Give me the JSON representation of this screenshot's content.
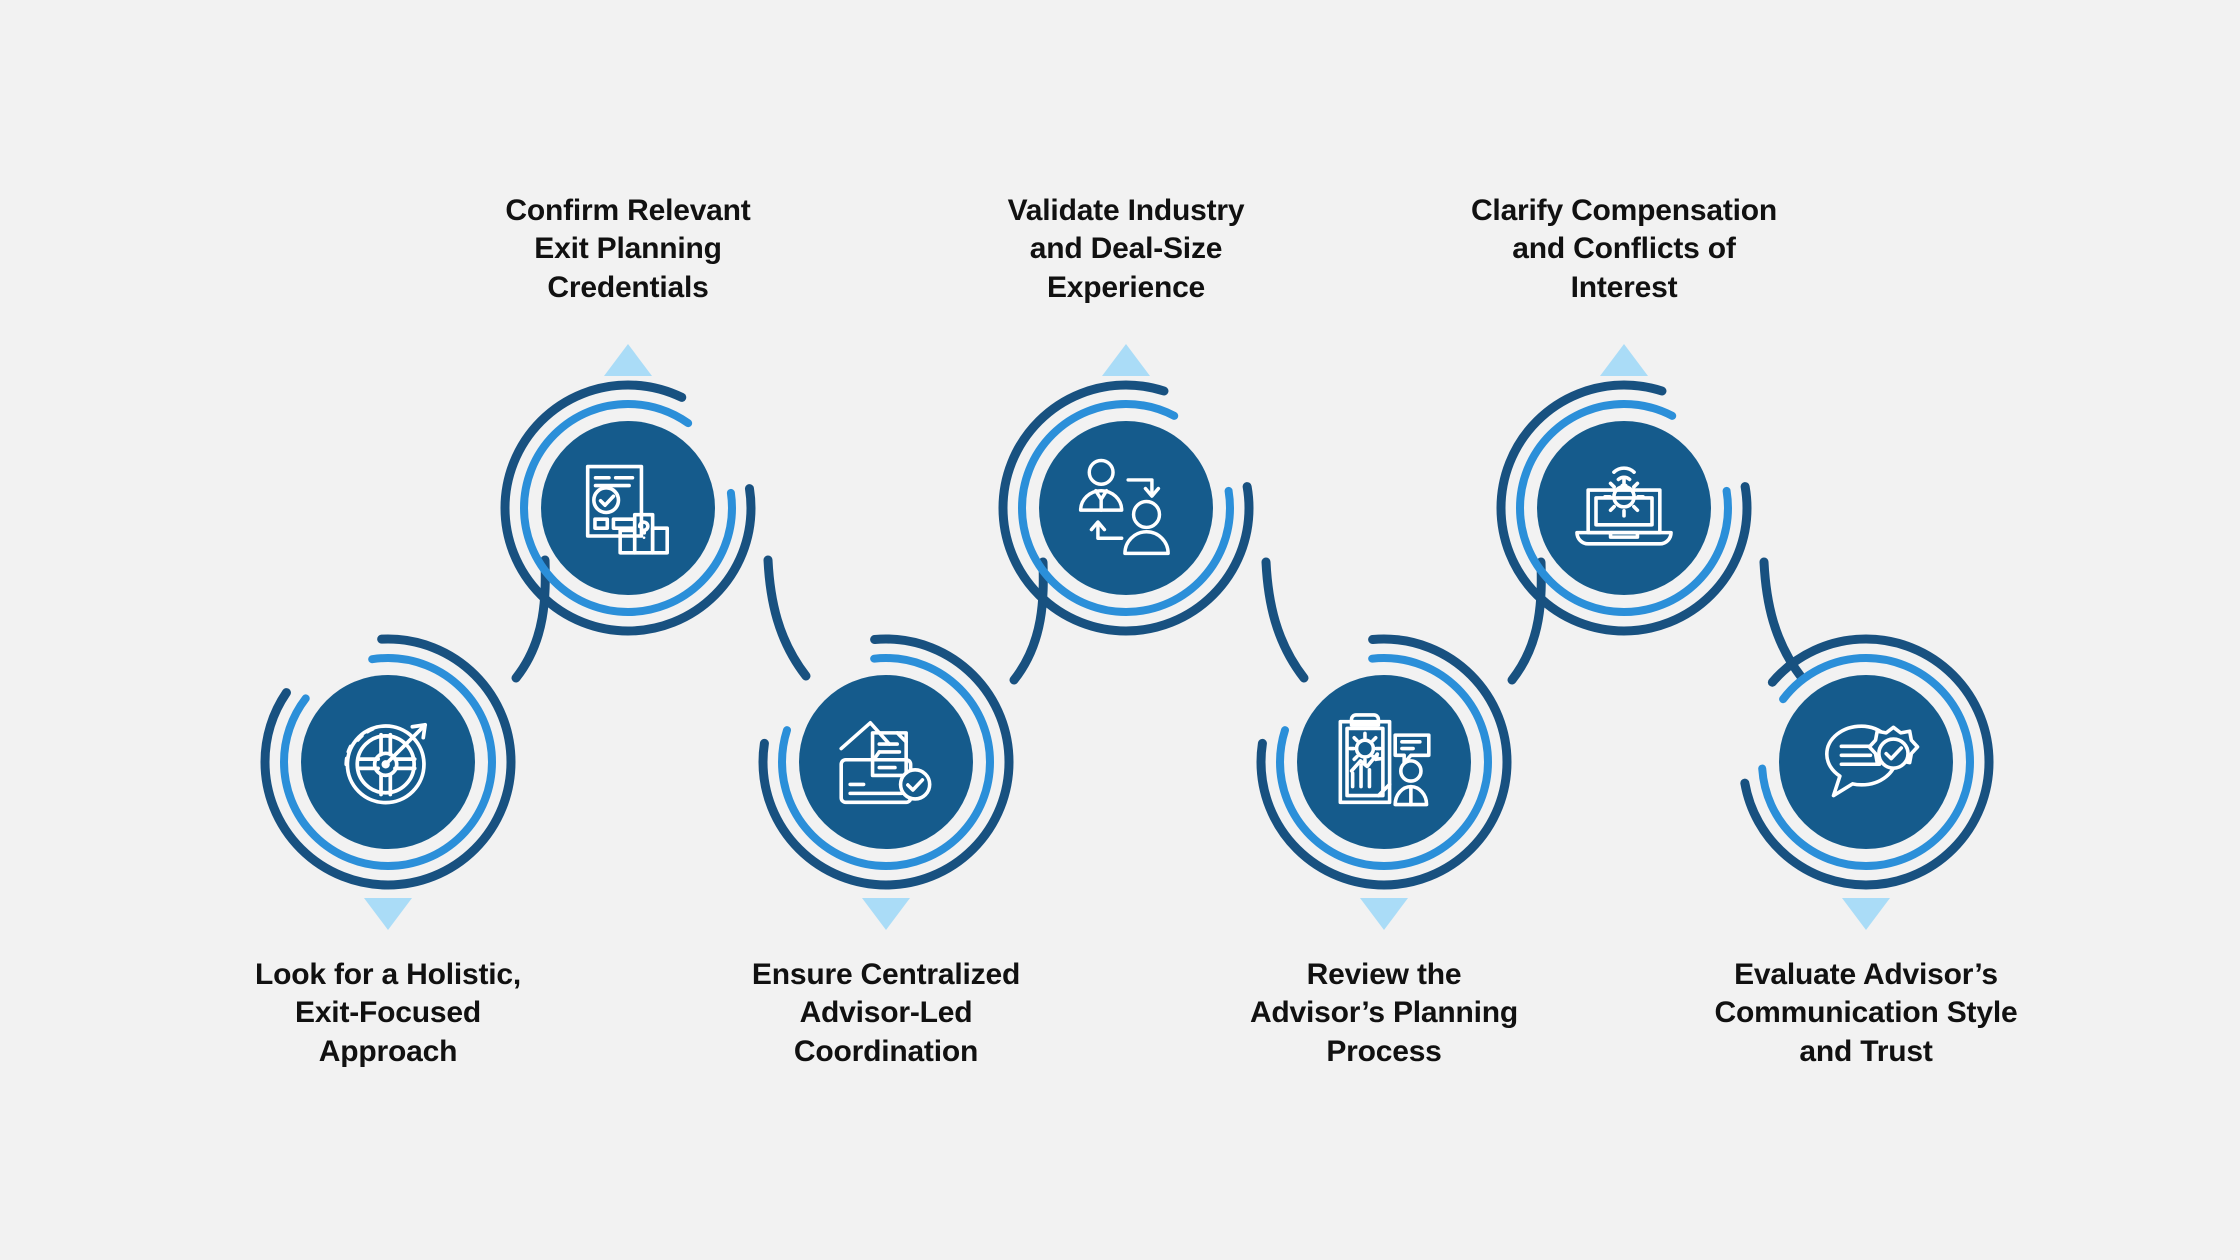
{
  "infographic": {
    "title_visible": false,
    "background_color": "#f2f2f2",
    "colors": {
      "navy": "#185180",
      "navy_dark": "#1a5180",
      "disc": "#155b8c",
      "bright_blue": "#2b8fd9",
      "arrow_light_blue": "#aadcf7",
      "icon_stroke": "#ffffff",
      "text": "#111111"
    },
    "steps": [
      {
        "index": 1,
        "row": "bottom",
        "label": "Look for a Holistic,\nExit-Focused\nApproach",
        "icon": "target-arrow-icon",
        "marker": "triangle-down"
      },
      {
        "index": 2,
        "row": "top",
        "label": "Confirm Relevant\nExit Planning\nCredentials",
        "icon": "certificate-podium-icon",
        "marker": "triangle-up"
      },
      {
        "index": 3,
        "row": "bottom",
        "label": "Ensure Centralized\nAdvisor-Led\nCoordination",
        "icon": "folder-documents-check-icon",
        "marker": "triangle-down"
      },
      {
        "index": 4,
        "row": "top",
        "label": "Validate Industry\nand Deal-Size\nExperience",
        "icon": "people-exchange-icon",
        "marker": "triangle-up"
      },
      {
        "index": 5,
        "row": "bottom",
        "label": "Review the\nAdvisor’s Planning\nProcess",
        "icon": "clipboard-gear-chart-person-icon",
        "marker": "triangle-down"
      },
      {
        "index": 6,
        "row": "top",
        "label": "Clarify Compensation\nand Conflicts of\nInterest",
        "icon": "laptop-gear-wifi-icon",
        "marker": "triangle-up"
      },
      {
        "index": 7,
        "row": "bottom",
        "label": "Evaluate Advisor’s\nCommunication Style\nand Trust",
        "icon": "speech-bubbles-certified-icon",
        "marker": "triangle-down"
      }
    ]
  }
}
